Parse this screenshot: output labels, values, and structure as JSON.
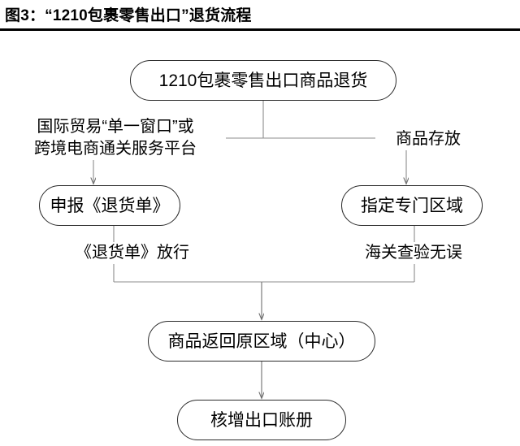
{
  "figure": {
    "title": "图3：“1210包裹零售出口”退货流程"
  },
  "flow": {
    "nodes": [
      {
        "id": "start",
        "label": "1210包裹零售出口商品退货"
      },
      {
        "id": "declare",
        "label": "申报《退货单》"
      },
      {
        "id": "area",
        "label": "指定专门区域"
      },
      {
        "id": "return",
        "label": "商品返回原区域（中心）"
      },
      {
        "id": "book",
        "label": "核增出口账册"
      }
    ],
    "edge_labels": [
      {
        "id": "window",
        "line1": "国际贸易“单一窗口”或",
        "line2": "跨境电商通关服务平台"
      },
      {
        "id": "storage",
        "text": "商品存放"
      },
      {
        "id": "release",
        "text": "《退货单》放行"
      },
      {
        "id": "customs",
        "text": "海关查验无误"
      }
    ]
  },
  "style": {
    "line_color": "#8c8c8c",
    "border_color": "#2b2b2b",
    "text_color": "#000000",
    "rule_color": "#000000"
  }
}
